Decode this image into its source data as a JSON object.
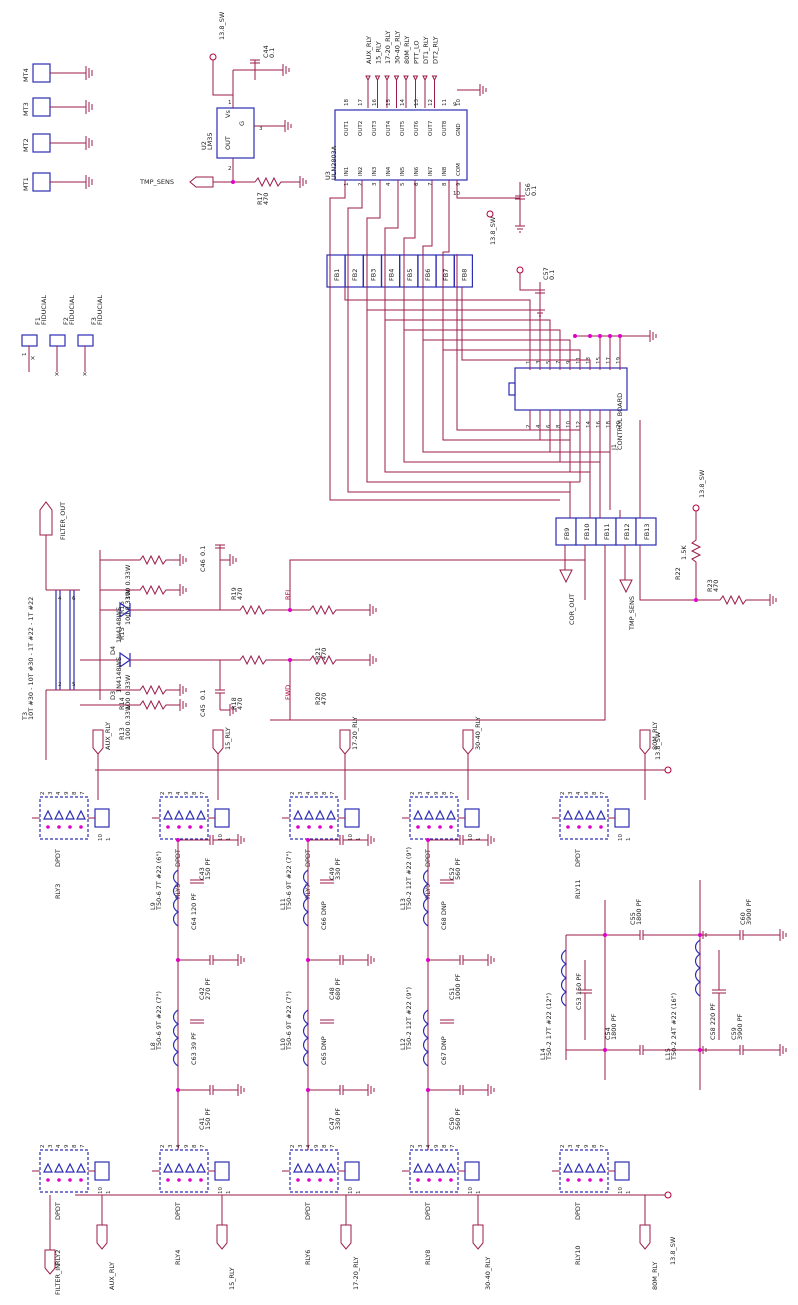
{
  "connectors": [
    {
      "label": "13.8_SW"
    },
    {
      "label": "TMP_SENS"
    },
    {
      "label": "FILTER_OUT"
    },
    {
      "label": "COR_OUT"
    },
    {
      "label": "TMP_SENS"
    },
    {
      "label": "AUX_RLY"
    },
    {
      "label": "15_RLY"
    },
    {
      "label": "17-20_RLY"
    },
    {
      "label": "30-40_RLY"
    },
    {
      "label": "80M_RLY"
    },
    {
      "label": "FILTER_IN"
    },
    {
      "label": "AUX_RLY"
    },
    {
      "label": "15_RLY"
    },
    {
      "label": "17-20_RLY"
    },
    {
      "label": "30-40_RLY"
    },
    {
      "label": "80M_RLY"
    }
  ],
  "mounting": [
    "MT4",
    "MT3",
    "MT2",
    "MT1"
  ],
  "fiducials": [
    {
      "ref": "F1",
      "value": "FIDUCIAL"
    },
    {
      "ref": "F2",
      "value": "FIDUCIAL"
    },
    {
      "ref": "F3",
      "value": "FIDUCIAL"
    }
  ],
  "u2": {
    "ref": "U2",
    "part": "LM35",
    "out": "OUT",
    "vs": "Vs",
    "gnd": "G"
  },
  "u3": {
    "ref": "U3",
    "part": "ULN2803A",
    "inputs": [
      "IN1",
      "IN2",
      "IN3",
      "IN4",
      "IN5",
      "IN6",
      "IN7",
      "IN8",
      "COM"
    ],
    "outputs": [
      "OUT1",
      "OUT2",
      "OUT3",
      "OUT4",
      "OUT5",
      "OUT6",
      "OUT7",
      "OUT8",
      "GND"
    ],
    "out_nets": [
      "AUX_RLY",
      "15_RLY",
      "17-20_RLY",
      "30-40_RLY",
      "80M_RLY",
      "PTT_LO",
      "DT1_RLY",
      "DT2_RLY"
    ]
  },
  "ferrites": [
    "FB1",
    "FB2",
    "FB3",
    "FB4",
    "FB5",
    "FB6",
    "FB7",
    "FB8",
    "FB9",
    "FB10",
    "FB11",
    "FB12",
    "FB13"
  ],
  "j1": {
    "ref": "J1",
    "value": "CONTROL BOARD"
  },
  "caps": [
    {
      "ref": "C44",
      "value": "0.1"
    },
    {
      "ref": "C56",
      "value": "0.1"
    },
    {
      "ref": "C57",
      "value": "0.1"
    },
    {
      "ref": "C46",
      "value": "0.1"
    },
    {
      "ref": "C45",
      "value": "0.1"
    }
  ],
  "resistors": [
    {
      "ref": "R17",
      "value": "470"
    },
    {
      "ref": "R16",
      "value": "100 0.33W"
    },
    {
      "ref": "R15",
      "value": "100 0.33W"
    },
    {
      "ref": "R14",
      "value": "100 0.33W"
    },
    {
      "ref": "R13",
      "value": "100 0.33W"
    },
    {
      "ref": "R19",
      "value": "470"
    },
    {
      "ref": "R21",
      "value": "470"
    },
    {
      "ref": "R18",
      "value": "470"
    },
    {
      "ref": "R20",
      "value": "470"
    },
    {
      "ref": "R22",
      "value": "1.5K"
    },
    {
      "ref": "R23",
      "value": "470"
    }
  ],
  "diodes": [
    {
      "ref": "D4",
      "value": "1N4148WS"
    },
    {
      "ref": "D3",
      "value": "1N4148WS"
    }
  ],
  "t3": {
    "ref": "T3",
    "value": "10T #30 - 10T #30 - 1T #22 - 1T #22"
  },
  "nets": {
    "rfl": "RFL",
    "fwd": "FWD",
    "v138": "13.8_SW"
  },
  "relays_top": [
    {
      "ref": "RLY3",
      "type": "DPDT"
    },
    {
      "ref": "RLY5",
      "type": "DPDT"
    },
    {
      "ref": "RLY7",
      "type": "DPDT"
    },
    {
      "ref": "RLY9",
      "type": "DPDT"
    },
    {
      "ref": "RLY11",
      "type": "DPDT"
    }
  ],
  "relays_bot": [
    {
      "ref": "RLY2",
      "type": "DPDT"
    },
    {
      "ref": "RLY4",
      "type": "DPDT"
    },
    {
      "ref": "RLY6",
      "type": "DPDT"
    },
    {
      "ref": "RLY8",
      "type": "DPDT"
    },
    {
      "ref": "RLY10",
      "type": "DPDT"
    }
  ],
  "filters": [
    {
      "l_a": "L9",
      "l_a_val": "T50-6 7T #22 (6\")",
      "l_b": "L8",
      "l_b_val": "T50-6 9T #22 (7\")",
      "c_top": "C64 120 PF",
      "c_mid": "C63 39 PF",
      "c_r1": "C43",
      "c_r1v": "150 PF",
      "c_r2": "C42",
      "c_r2v": "270 PF",
      "c_r3": "C41",
      "c_r3v": "150 PF"
    },
    {
      "l_a": "L11",
      "l_a_val": "T50-6 9T #22 (7\")",
      "l_b": "L10",
      "l_b_val": "T50-6 9T #22 (7\")",
      "c_top": "C66 DNP",
      "c_mid": "C65 DNP",
      "c_r1": "C49",
      "c_r1v": "330 PF",
      "c_r2": "C48",
      "c_r2v": "680 PF",
      "c_r3": "C47",
      "c_r3v": "330 PF"
    },
    {
      "l_a": "L13",
      "l_a_val": "T50-2 12T #22 (9\")",
      "l_b": "L12",
      "l_b_val": "T50-2 12T #22 (9\")",
      "c_top": "C68 DNP",
      "c_mid": "C67 DNP",
      "c_r1": "C52",
      "c_r1v": "560 PF",
      "c_r2": "C51",
      "c_r2v": "1000 PF",
      "c_r3": "C50",
      "c_r3v": "560 PF"
    }
  ],
  "filter80": {
    "l14": "L14",
    "l14v": "T50-2 17T #22 (12\")",
    "l15": "L15",
    "l15v": "T50-2 24T #22 (16\")",
    "c55": "C55",
    "c55v": "1800 PF",
    "c53": "C53 150 PF",
    "c54": "C54",
    "c54v": "1800 PF",
    "c60": "C60",
    "c60v": "3900 PF",
    "c58": "C58 220 PF",
    "c59": "C59",
    "c59v": "3900 PF"
  }
}
